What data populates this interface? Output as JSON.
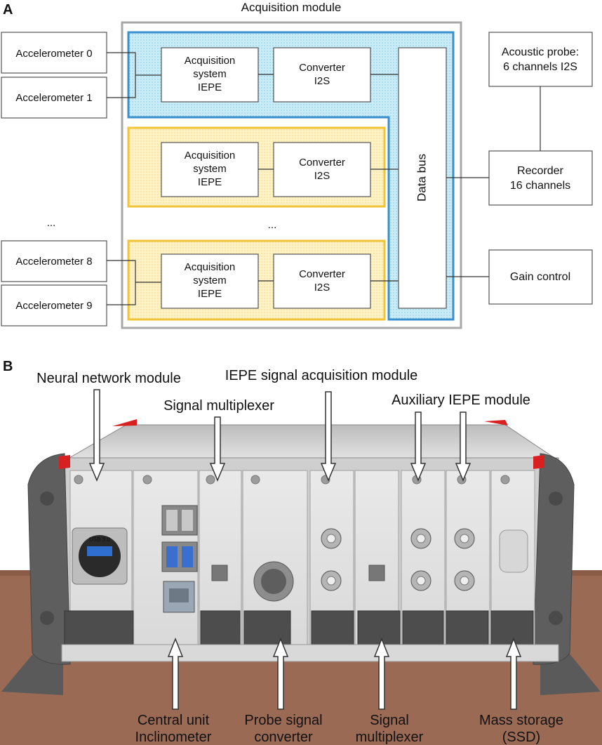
{
  "panel_a": {
    "letter": "A",
    "module_title": "Acquisition module",
    "accelerometers": {
      "acc0": "Accelerometer 0",
      "acc1": "Accelerometer 1",
      "acc8": "Accelerometer 8",
      "acc9": "Accelerometer 9",
      "ellipsis": "..."
    },
    "acq": {
      "line1": "Acquisition",
      "line2": "system",
      "line3": "IEPE"
    },
    "conv": {
      "line1": "Converter",
      "line2": "I2S"
    },
    "middle_ellipsis": "...",
    "data_bus": "Data bus",
    "acoustic_probe": {
      "line1": "Acoustic probe:",
      "line2": "6 channels I2S"
    },
    "recorder": {
      "line1": "Recorder",
      "line2": "16 channels"
    },
    "gain_control": "Gain control",
    "colors": {
      "blue_group": "#3a8fcf",
      "blue_fill": "#c9ecf7",
      "yellow_group": "#f2c437",
      "yellow_fill": "#fdf1c6",
      "outer": "#a8a8a8"
    }
  },
  "panel_b": {
    "letter": "B",
    "top_labels": {
      "neural": "Neural network module",
      "iepe_acq": "IEPE signal acquisition module",
      "mux": "Signal multiplexer",
      "aux": "Auxiliary IEPE module"
    },
    "bottom_labels": {
      "central": {
        "line1": "Central unit",
        "line2": "Inclinometer"
      },
      "probe": {
        "line1": "Probe signal",
        "line2": "converter"
      },
      "mux": {
        "line1": "Signal",
        "line2": "multiplexer"
      },
      "mass": {
        "line1": "Mass storage",
        "line2": "(SSD)"
      }
    },
    "usb_badge": "USB 3.0"
  }
}
